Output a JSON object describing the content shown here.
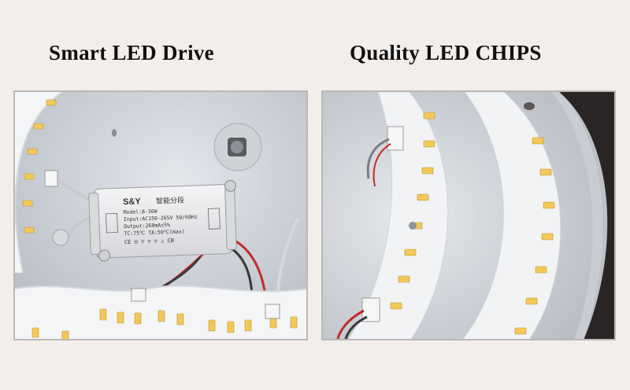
{
  "captions": {
    "left": "Smart LED Drive",
    "right": "Quality LED CHIPS"
  },
  "driver_label": {
    "brand": "S&Y",
    "chinese": "智能分段",
    "model": "Model:8-36W",
    "input": "Input:AC150-265V 50/60Hz",
    "output": "Output:260mA±5%",
    "temps": "TC:75℃  TA:50℃(max)",
    "cert": "CE ⊡ ▽ ▽ ▽ ⚠  CB"
  },
  "colors": {
    "background": "#f2eeec",
    "pcb": "#f3f4f6",
    "led_chip": "#f3c85a",
    "driver_box": "#e9e9eb"
  }
}
